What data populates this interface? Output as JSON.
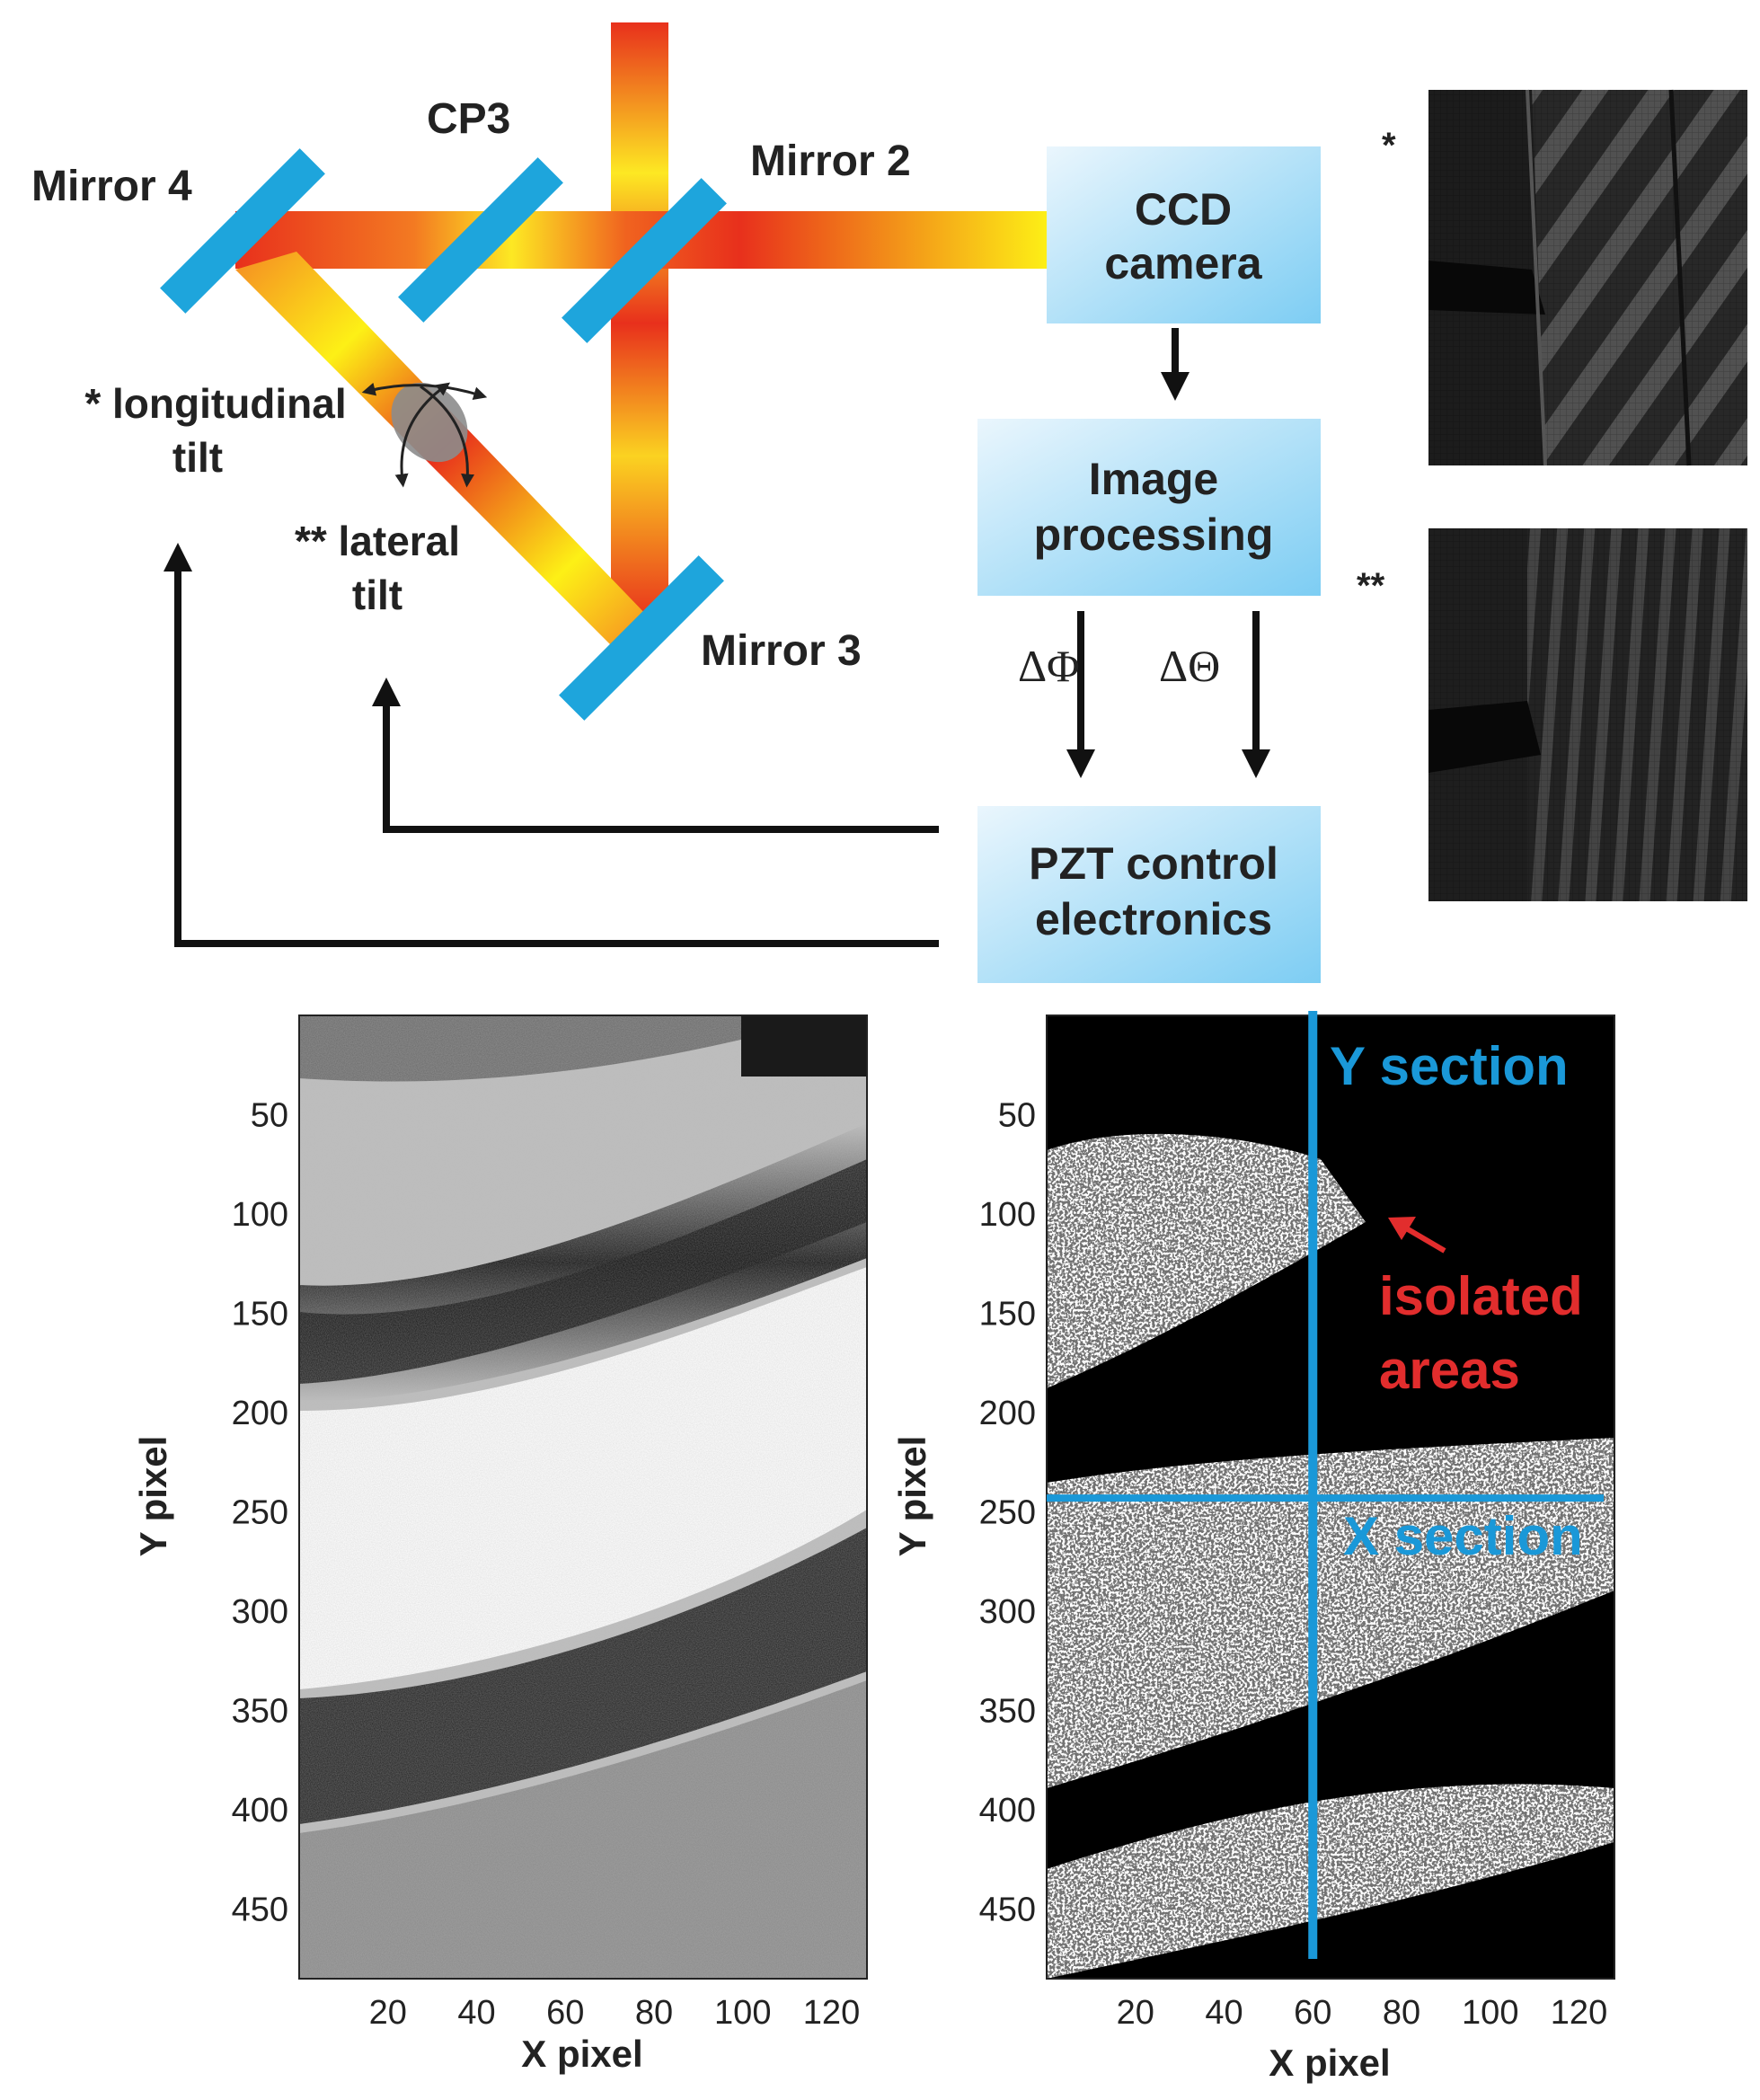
{
  "diagram": {
    "labels": {
      "cp3": "CP3",
      "mirror2": "Mirror 2",
      "mirror3": "Mirror 3",
      "mirror4": "Mirror 4",
      "long_tilt_line1": "* longitudinal",
      "long_tilt_line2": "tilt",
      "lat_tilt_line1": "** lateral",
      "lat_tilt_line2": "tilt"
    },
    "boxes": {
      "ccd_line1": "CCD",
      "ccd_line2": "camera",
      "image_line1": "Image",
      "image_line2": "processing",
      "pzt_line1": "PZT control",
      "pzt_line2": "electronics"
    },
    "signals": {
      "delta_phi": "ΔΦ",
      "delta_theta": "ΔΘ"
    },
    "insets": {
      "star1": "*",
      "star2": "**"
    },
    "colors": {
      "box_light": "#eaf6fd",
      "box_dark": "#7dcdf3",
      "mirror": "#1ea5dc",
      "beam_red": "#e8301c",
      "beam_yellow": "#fdf016",
      "section_line": "#1a98d8",
      "annotation_red": "#e22d2d"
    }
  },
  "plots": {
    "left": {
      "xlabel": "X pixel",
      "ylabel": "Y pixel",
      "xticks": [
        "20",
        "40",
        "60",
        "80",
        "100",
        "120"
      ],
      "yticks": [
        "50",
        "100",
        "150",
        "200",
        "250",
        "300",
        "350",
        "400",
        "450"
      ]
    },
    "right": {
      "xlabel": "X pixel",
      "ylabel": "Y pixel",
      "xticks": [
        "20",
        "40",
        "60",
        "80",
        "100",
        "120"
      ],
      "yticks": [
        "50",
        "100",
        "150",
        "200",
        "250",
        "300",
        "350",
        "400",
        "450"
      ],
      "y_section_label": "Y section",
      "x_section_label": "X section",
      "annotation_line1": "isolated",
      "annotation_line2": "areas",
      "y_section_x": 60,
      "x_section_y": 243
    }
  }
}
